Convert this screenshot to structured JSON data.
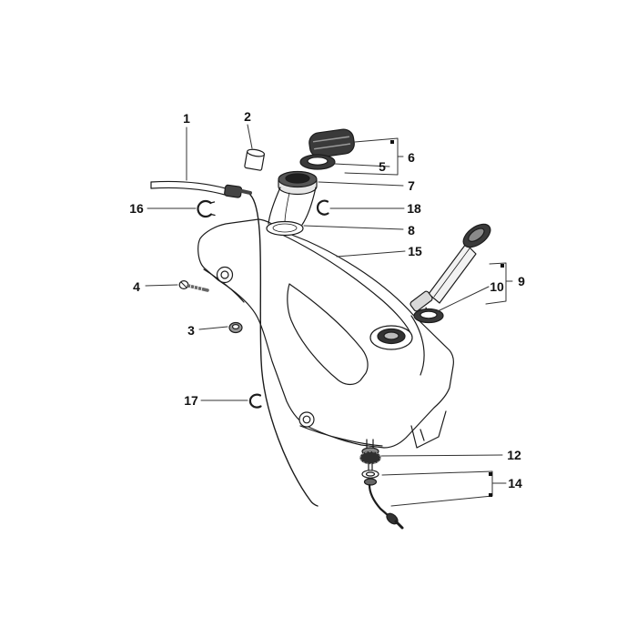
{
  "figure": {
    "background": "#ffffff",
    "line_color": "#1c1c1c",
    "label_color": "#111111"
  },
  "callouts": [
    {
      "label": "1"
    },
    {
      "label": "2"
    },
    {
      "label": "3"
    },
    {
      "label": "4"
    },
    {
      "label": "5"
    },
    {
      "label": "6"
    },
    {
      "label": "7"
    },
    {
      "label": "8"
    },
    {
      "label": "9"
    },
    {
      "label": "10"
    },
    {
      "label": "12"
    },
    {
      "label": "14"
    },
    {
      "label": "15"
    },
    {
      "label": "16"
    },
    {
      "label": "17"
    },
    {
      "label": "18"
    }
  ]
}
